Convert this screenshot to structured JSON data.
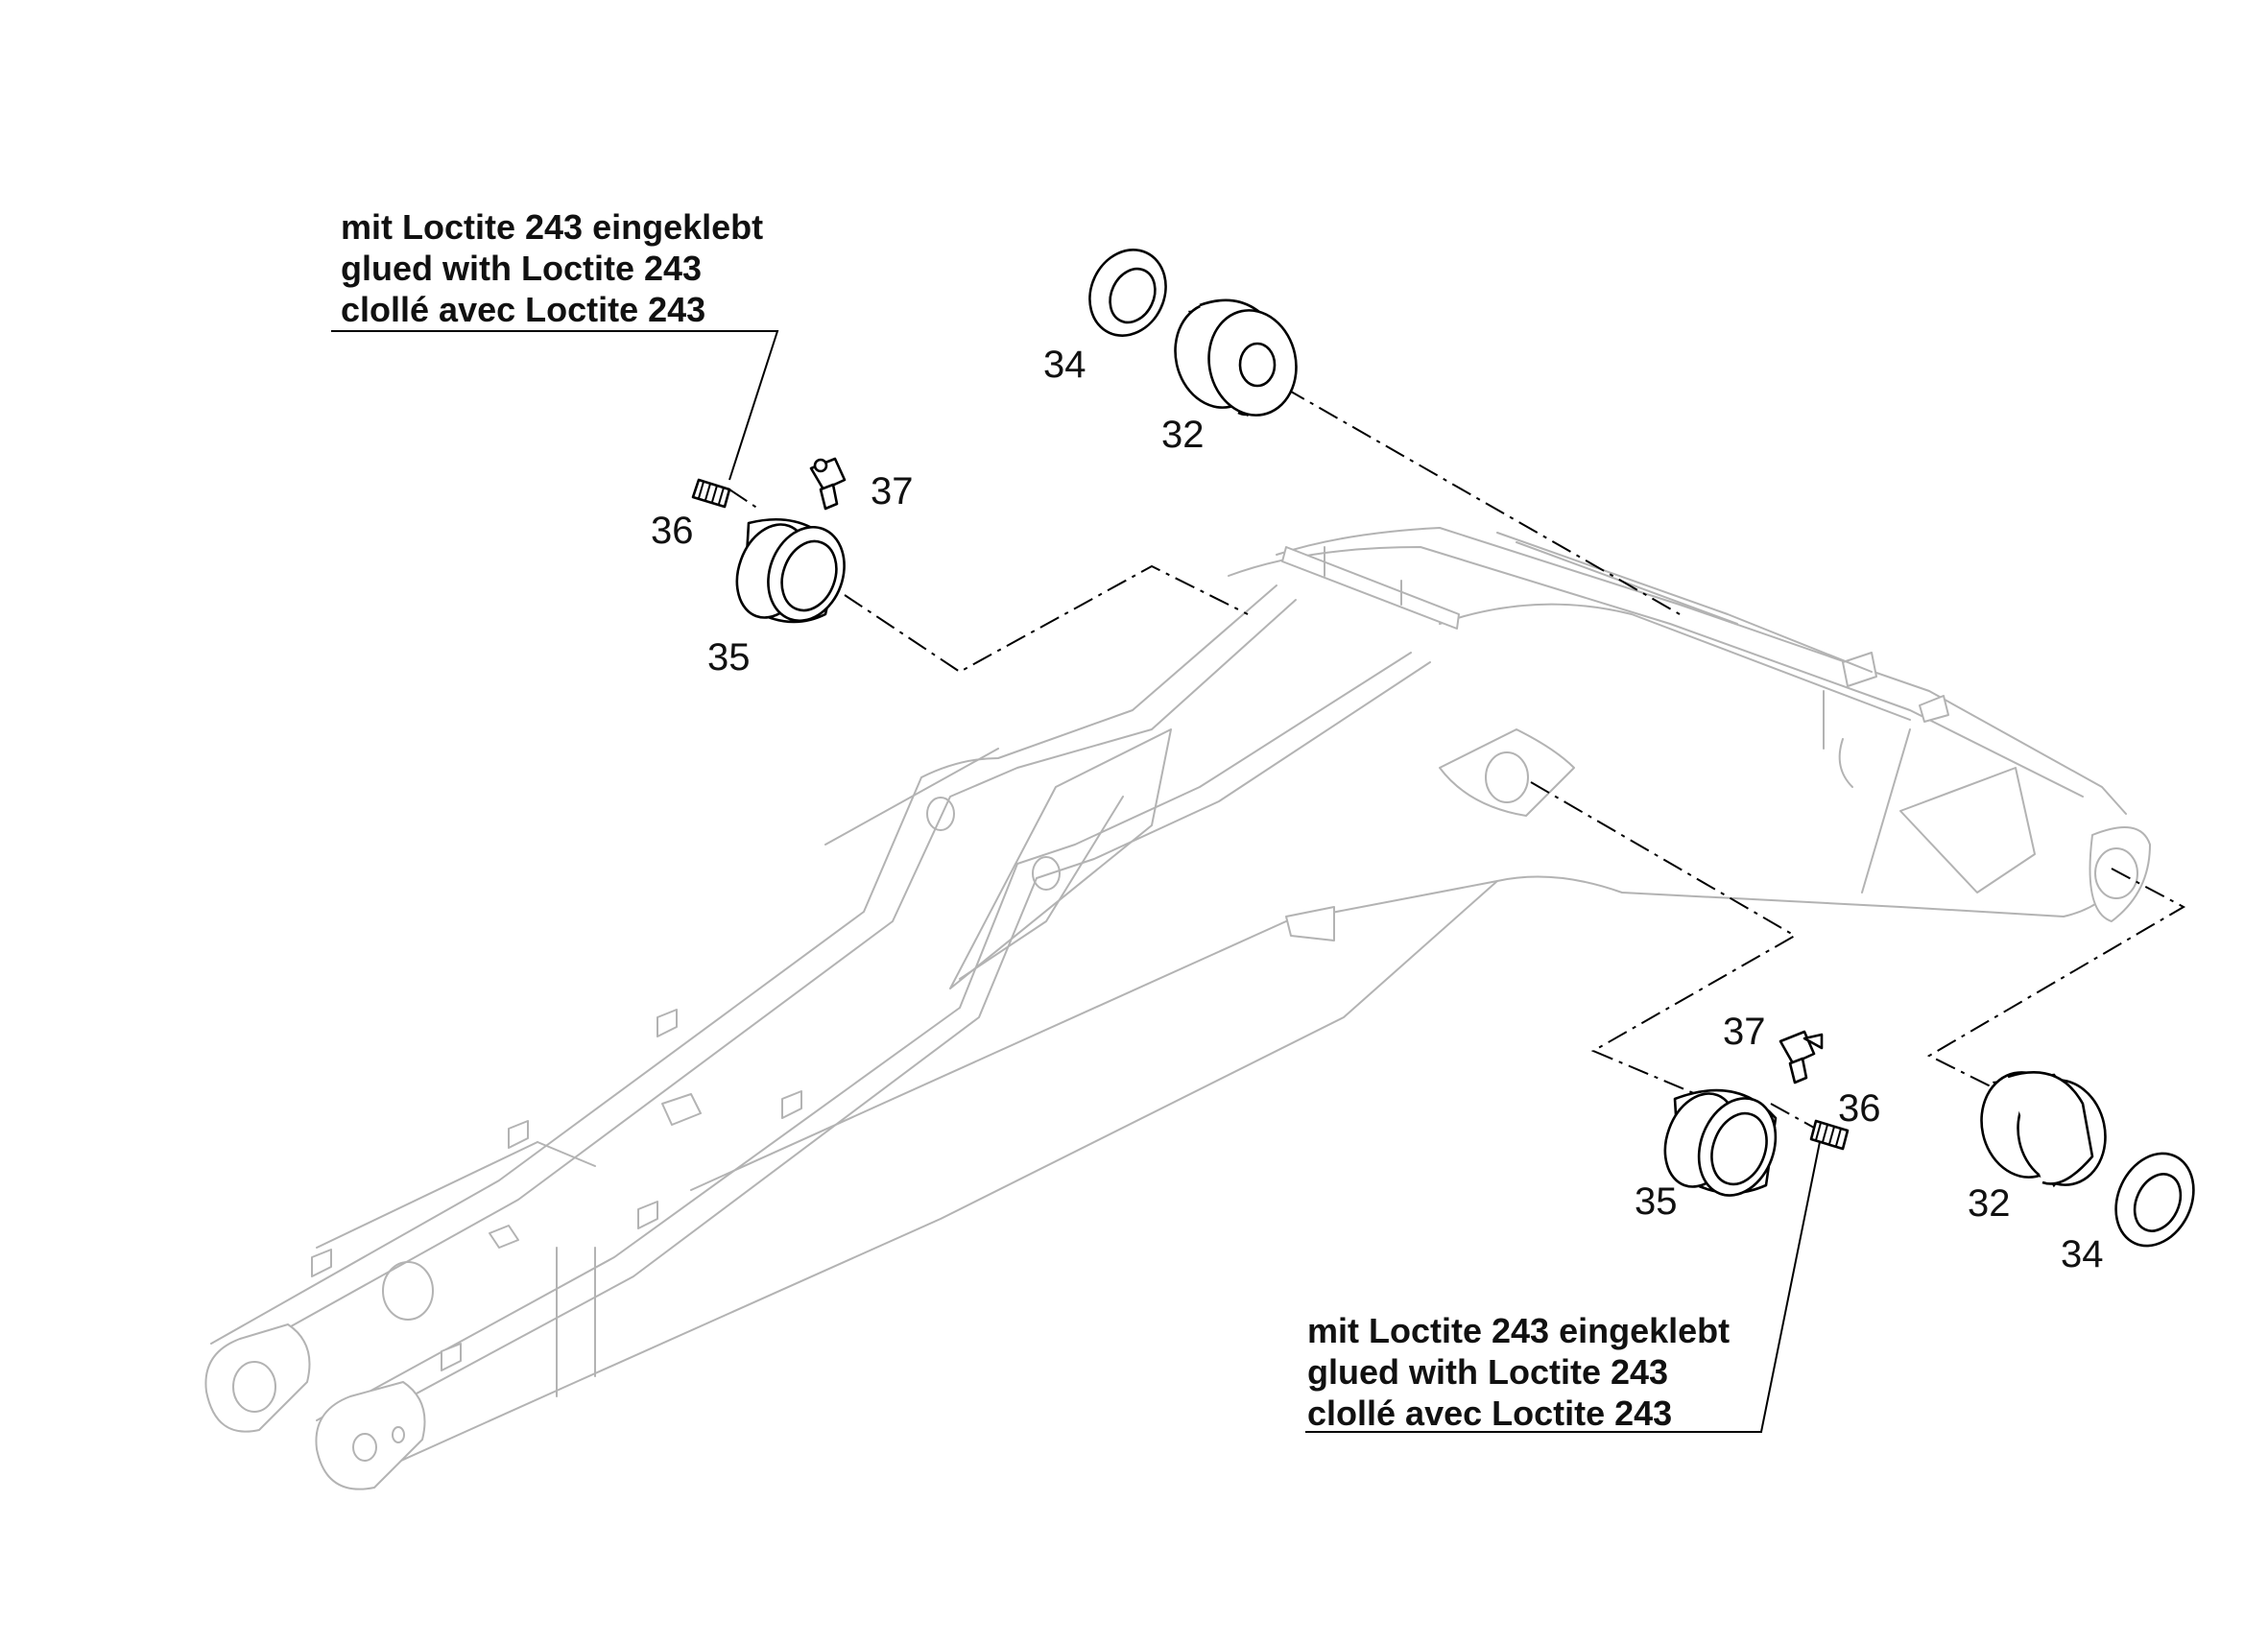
{
  "notes": {
    "top": {
      "line1": "mit Loctite 243 eingeklebt",
      "line2": "glued with Loctite 243",
      "line3": "clollé avec Loctite 243"
    },
    "bottom": {
      "line1": "mit Loctite 243 eingeklebt",
      "line2": "glued with Loctite 243",
      "line3": "clollé avec Loctite 243"
    }
  },
  "callouts": {
    "top_34": "34",
    "top_32": "32",
    "top_37": "37",
    "top_36": "36",
    "top_35": "35",
    "bottom_37": "37",
    "bottom_36": "36",
    "bottom_35": "35",
    "bottom_32": "32",
    "bottom_34": "34"
  }
}
